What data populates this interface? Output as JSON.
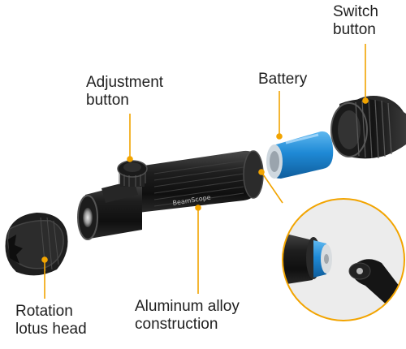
{
  "labels": {
    "switch_button": [
      "Switch",
      "button"
    ],
    "battery": "Battery",
    "adjustment_button": [
      "Adjustment",
      "button"
    ],
    "rotation_lotus_head": [
      "Rotation",
      "lotus head"
    ],
    "aluminum_alloy": [
      "Aluminum alloy",
      "construction"
    ]
  },
  "brand_text": "BeamScope",
  "colors": {
    "callout_line": "#f2a400",
    "battery_blue": "#1f8ad6",
    "body_black": "#1c1c1c"
  }
}
